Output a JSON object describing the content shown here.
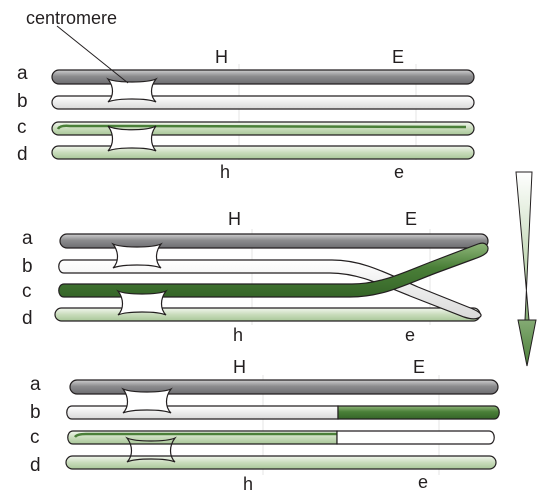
{
  "callout": {
    "label": "centromere"
  },
  "panels": [
    {
      "rows": [
        "a",
        "b",
        "c",
        "d"
      ],
      "upper_loci": [
        "H",
        "E"
      ],
      "lower_loci": [
        "h",
        "e"
      ]
    },
    {
      "rows": [
        "a",
        "b",
        "c",
        "d"
      ],
      "upper_loci": [
        "H",
        "E"
      ],
      "lower_loci": [
        "h",
        "e"
      ]
    },
    {
      "rows": [
        "a",
        "b",
        "c",
        "d"
      ],
      "upper_loci": [
        "H",
        "E"
      ],
      "lower_loci": [
        "h",
        "e"
      ]
    }
  ],
  "colors": {
    "gray_chromatid": "#8c8c8e",
    "light_chromatid": "#e6e7e6",
    "dark_green": "#4a7f38",
    "light_green": "#c9dcbc",
    "outline": "#231f20",
    "arrow_green": "#4a7f38"
  }
}
